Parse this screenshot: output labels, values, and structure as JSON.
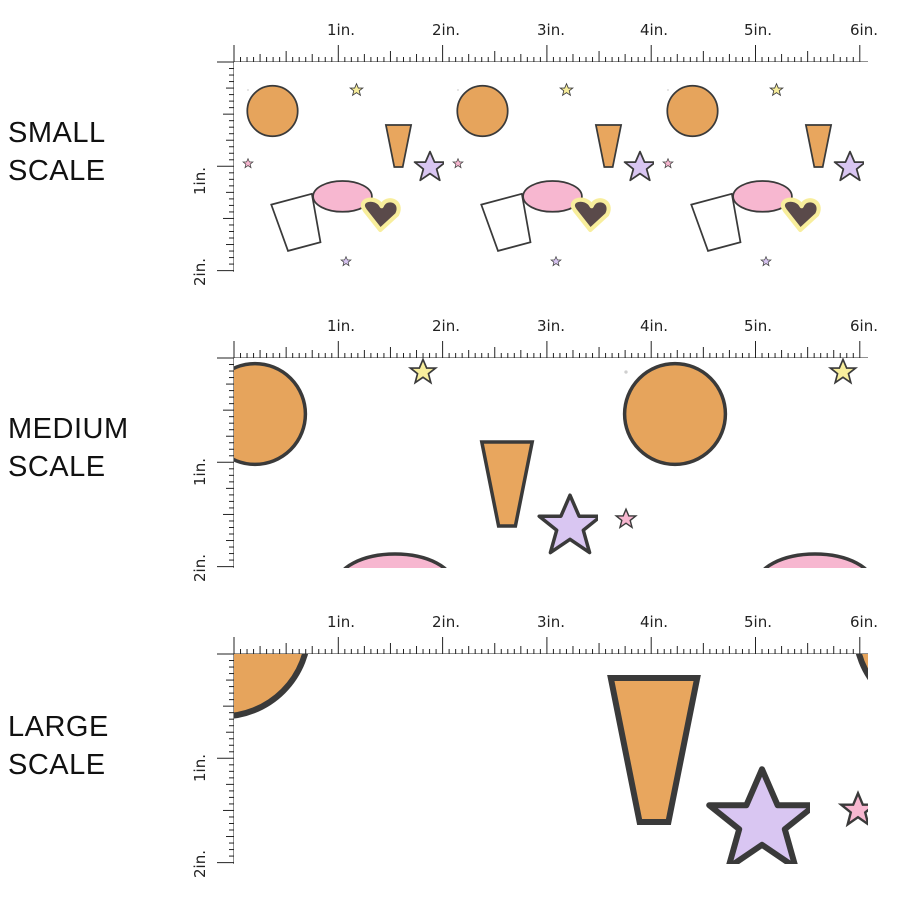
{
  "sections": [
    {
      "label_line1": "SMALL",
      "label_line2": "SCALE",
      "scale": "small"
    },
    {
      "label_line1": "MEDIUM",
      "label_line2": "SCALE",
      "scale": "medium"
    },
    {
      "label_line1": "LARGE",
      "label_line2": "SCALE",
      "scale": "large"
    }
  ],
  "ruler": {
    "horizontal_labels": [
      "1in.",
      "2in.",
      "3in.",
      "4in.",
      "5in.",
      "6in."
    ],
    "vertical_labels": [
      "1in.",
      "2in."
    ]
  },
  "colors": {
    "pink": "#f7b7d0",
    "pink_dark": "#ee8fb5",
    "lavender": "#d9c6f2",
    "yellow": "#f8ee9c",
    "cone": "#e8a65e",
    "outline": "#3a3a3a",
    "lens": "#5a4a4a"
  }
}
